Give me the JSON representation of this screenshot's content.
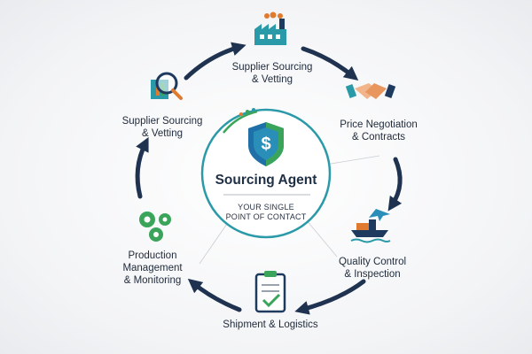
{
  "center": {
    "title": "Sourcing Agent",
    "subtitle_line1": "YOUR SINGLE",
    "subtitle_line2": "POINT OF CONTACT",
    "icon": "shield-dollar-icon"
  },
  "stages": [
    {
      "id": "top",
      "line1": "Supplier Sourcing",
      "line2": "& Vetting",
      "line3": "",
      "icon": "factory-icon"
    },
    {
      "id": "right-upper",
      "line1": "Price Negotiation",
      "line2": "& Contracts",
      "line3": "",
      "icon": "handshake-icon"
    },
    {
      "id": "right-lower",
      "line1": "Quality Control",
      "line2": "& Inspection",
      "line3": "",
      "icon": "ship-plane-icon"
    },
    {
      "id": "bottom",
      "line1": "Shipment & Logistics",
      "line2": "",
      "line3": "",
      "icon": "clipboard-check-icon"
    },
    {
      "id": "left-lower",
      "line1": "Production",
      "line2": "Management",
      "line3": "& Monitoring",
      "icon": "gears-icon"
    },
    {
      "id": "left-upper",
      "line1": "Supplier Sourcing",
      "line2": "& Vetting",
      "line3": "",
      "icon": "magnifier-chart-icon"
    }
  ],
  "colors": {
    "arrow": "#1f3350",
    "teal": "#2a9aa8",
    "green": "#3aa55a",
    "navy": "#1f3a5f",
    "orange": "#e07a2e"
  }
}
